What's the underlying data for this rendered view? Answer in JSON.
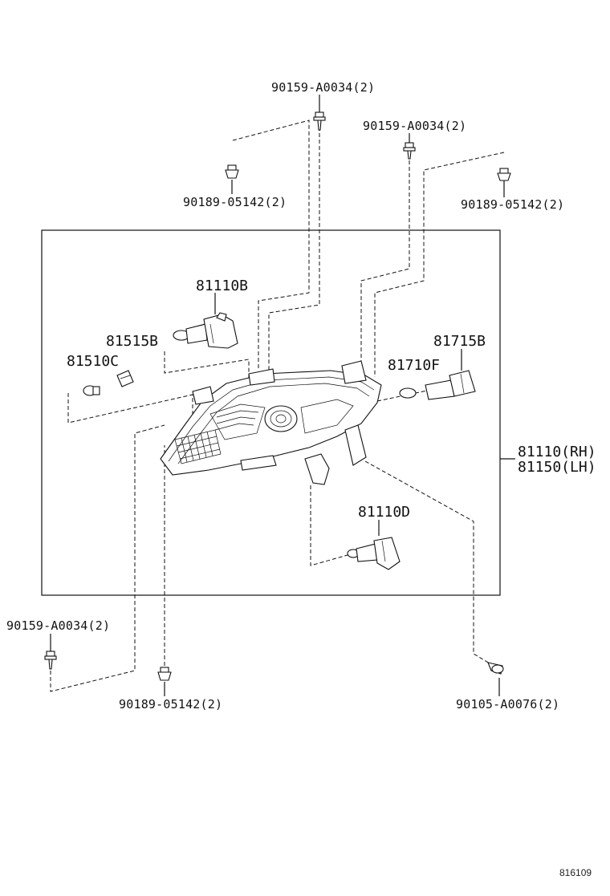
{
  "labels": {
    "top_clip_1": "90159-A0034(2)",
    "top_clip_2": "90159-A0034(2)",
    "grommet_left": "90189-05142(2)",
    "grommet_right": "90189-05142(2)",
    "bulb_81110b": "81110B",
    "socket_81515b": "81515B",
    "bulb_81510c": "81510C",
    "socket_81715b": "81715B",
    "bulb_81710f": "81710F",
    "assy_rh": "81110(RH)",
    "assy_lh": "81150(LH)",
    "bulb_81110d": "81110D",
    "bottom_clip": "90159-A0034(2)",
    "bottom_grommet": "90189-05142(2)",
    "bottom_screw": "90105-A0076(2)",
    "ref_code": "816109"
  }
}
